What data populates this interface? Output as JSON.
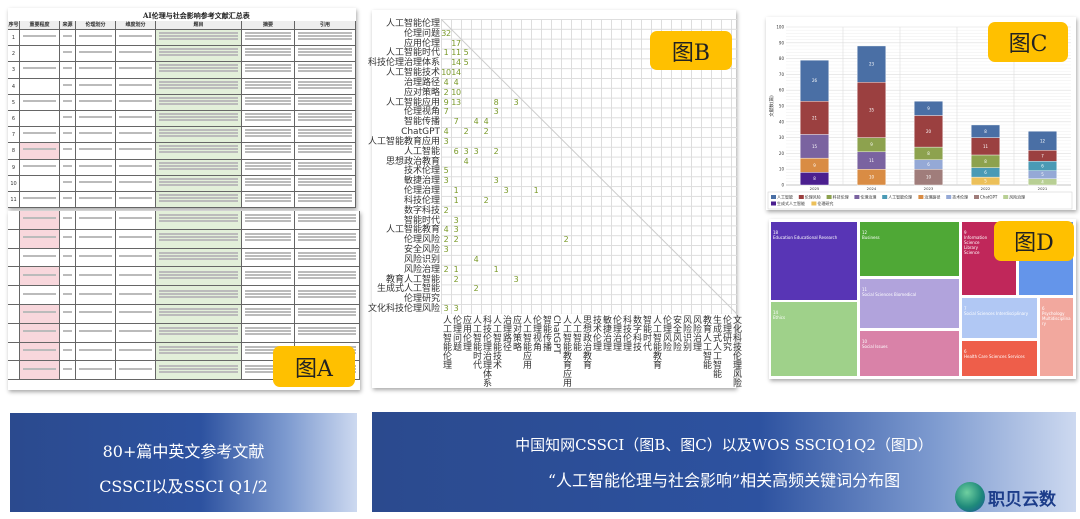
{
  "figA": {
    "badge": "图A",
    "title": "AI伦理与社会影响参考文献汇总表",
    "headers": [
      "序号",
      "重要程度",
      "来源",
      "伦理划分",
      "维度划分",
      "题目",
      "摘要",
      "引用"
    ],
    "row_numbers": [
      "1",
      "2",
      "3",
      "4",
      "5",
      "6",
      "7",
      "8",
      "9",
      "10",
      "11"
    ]
  },
  "figB": {
    "badge": "图B",
    "keywords": [
      "人工智能伦理",
      "伦理问题",
      "应用伦理",
      "人工智能时代",
      "科技伦理治理体系",
      "人工智能技术",
      "治理路径",
      "应对策略",
      "人工智能应用",
      "伦理视角",
      "智能传播",
      "ChatGPT",
      "人工智能教育应用",
      "人工智能",
      "思想政治教育",
      "技术伦理",
      "敏捷治理",
      "伦理治理",
      "科技伦理",
      "数字科技",
      "智能时代",
      "人工智能教育",
      "伦理风险",
      "安全风险",
      "风险识别",
      "风险治理",
      "教育人工智能",
      "生成式人工智能",
      "伦理研究",
      "文化科技伦理风险"
    ],
    "cooccurrence": [
      [
        1,
        0,
        32
      ],
      [
        2,
        1,
        17
      ],
      [
        3,
        0,
        1
      ],
      [
        3,
        1,
        11
      ],
      [
        3,
        2,
        5
      ],
      [
        4,
        1,
        14
      ],
      [
        4,
        2,
        5
      ],
      [
        5,
        0,
        10
      ],
      [
        5,
        1,
        14
      ],
      [
        6,
        0,
        4
      ],
      [
        6,
        1,
        4
      ],
      [
        7,
        0,
        2
      ],
      [
        7,
        1,
        10
      ],
      [
        8,
        0,
        9
      ],
      [
        8,
        1,
        13
      ],
      [
        8,
        5,
        8
      ],
      [
        8,
        7,
        3
      ],
      [
        9,
        0,
        7
      ],
      [
        9,
        5,
        3
      ],
      [
        10,
        1,
        7
      ],
      [
        10,
        3,
        4
      ],
      [
        10,
        4,
        4
      ],
      [
        11,
        0,
        4
      ],
      [
        11,
        2,
        2
      ],
      [
        11,
        4,
        2
      ],
      [
        12,
        0,
        3
      ],
      [
        13,
        1,
        6
      ],
      [
        13,
        2,
        3
      ],
      [
        13,
        3,
        3
      ],
      [
        13,
        5,
        2
      ],
      [
        14,
        2,
        4
      ],
      [
        15,
        0,
        5
      ],
      [
        16,
        0,
        3
      ],
      [
        16,
        5,
        3
      ],
      [
        17,
        1,
        1
      ],
      [
        17,
        6,
        3
      ],
      [
        17,
        9,
        1
      ],
      [
        18,
        1,
        1
      ],
      [
        18,
        4,
        2
      ],
      [
        19,
        0,
        2
      ],
      [
        20,
        1,
        3
      ],
      [
        21,
        0,
        4
      ],
      [
        21,
        1,
        3
      ],
      [
        22,
        0,
        2
      ],
      [
        22,
        1,
        2
      ],
      [
        22,
        12,
        2
      ],
      [
        23,
        0,
        3
      ],
      [
        24,
        3,
        4
      ],
      [
        25,
        0,
        2
      ],
      [
        25,
        1,
        1
      ],
      [
        25,
        5,
        1
      ],
      [
        26,
        1,
        2
      ],
      [
        26,
        7,
        3
      ],
      [
        27,
        3,
        2
      ],
      [
        29,
        0,
        3
      ],
      [
        29,
        1,
        3
      ]
    ],
    "value_color": "#7a9a2a"
  },
  "chart_data": {
    "type": "bar",
    "stacked": true,
    "badge": "图C",
    "ylabel": "文献数(篇)",
    "ylim": [
      0,
      100
    ],
    "yticks": [
      0,
      10,
      20,
      30,
      40,
      50,
      60,
      70,
      80,
      90,
      100
    ],
    "grid": true,
    "legend": "bottom",
    "categories": [
      "2025",
      "2024",
      "2023",
      "2022",
      "2021"
    ],
    "series": [
      {
        "name": "生成式人工智能",
        "color": "#4b1f8f",
        "values": [
          8,
          0,
          0,
          0,
          0
        ]
      },
      {
        "name": "治理路径",
        "color": "#d98c44",
        "values": [
          9,
          10,
          0,
          0,
          0
        ]
      },
      {
        "name": "ChatGPT",
        "color": "#a07d7b",
        "values": [
          0,
          0,
          10,
          0,
          0
        ]
      },
      {
        "name": "伦理研究",
        "color": "#ecc05a",
        "values": [
          0,
          0,
          0,
          5,
          0
        ]
      },
      {
        "name": "风险治理",
        "color": "#b8cf94",
        "values": [
          0,
          0,
          0,
          0,
          4
        ]
      },
      {
        "name": "技术伦理",
        "color": "#95a9d6",
        "values": [
          0,
          0,
          6,
          0,
          5
        ]
      },
      {
        "name": "人工智能伦理",
        "color": "#4a9ab5",
        "values": [
          0,
          0,
          0,
          6,
          6
        ]
      },
      {
        "name": "伦理治理",
        "color": "#7a63a0",
        "values": [
          15,
          11,
          0,
          0,
          0
        ]
      },
      {
        "name": "科技伦理",
        "color": "#8da24e",
        "values": [
          0,
          9,
          8,
          8,
          0
        ]
      },
      {
        "name": "伦理风险",
        "color": "#9b4040",
        "values": [
          21,
          35,
          20,
          11,
          7
        ]
      },
      {
        "name": "人工智能",
        "color": "#4a6fa5",
        "values": [
          26,
          23,
          9,
          8,
          12
        ]
      }
    ],
    "legend_order": [
      "人工智能",
      "伦理风险",
      "科技伦理",
      "伦理治理",
      "人工智能伦理",
      "治理路径",
      "技术伦理",
      "ChatGPT",
      "风险治理",
      "生成式人工智能",
      "伦理研究"
    ]
  },
  "figD": {
    "badge": "图D",
    "type": "treemap",
    "cells": [
      {
        "value": "18",
        "label": "Education Educational Research",
        "color": "#5835b5"
      },
      {
        "value": "14",
        "label": "Ethics",
        "color": "#9fd18a"
      },
      {
        "value": "12",
        "label": "Business",
        "color": "#4fa836"
      },
      {
        "value": "11",
        "label": "Social Sciences Biomedical",
        "color": "#b1a3dc"
      },
      {
        "value": "10",
        "label": "Social Issues",
        "color": "#d982a8"
      },
      {
        "value": "9",
        "label": "Information Science Library Science",
        "color": "#c0275a"
      },
      {
        "value": "",
        "label": "",
        "color": "#6495ea"
      },
      {
        "value": "7",
        "label": "Social Sciences Interdisciplinary",
        "color": "#b1c8f4"
      },
      {
        "value": "6",
        "label": "Health Care Sciences Services",
        "color": "#ee5e4a"
      },
      {
        "value": "6",
        "label": "Psychology Multidisciplinary",
        "color": "#f2a89e"
      }
    ]
  },
  "banner_left": {
    "line1": "80+篇中英文参考文献",
    "line2": "CSSCI以及SSCI Q1/2"
  },
  "banner_right": {
    "line1": "中国知网CSSCI（图B、图C）以及WOS SSCIQ1Q2（图D）",
    "line2": "“人工智能伦理与社会影响”相关高频关键词分布图"
  },
  "logo": {
    "text": "职贝云数"
  }
}
